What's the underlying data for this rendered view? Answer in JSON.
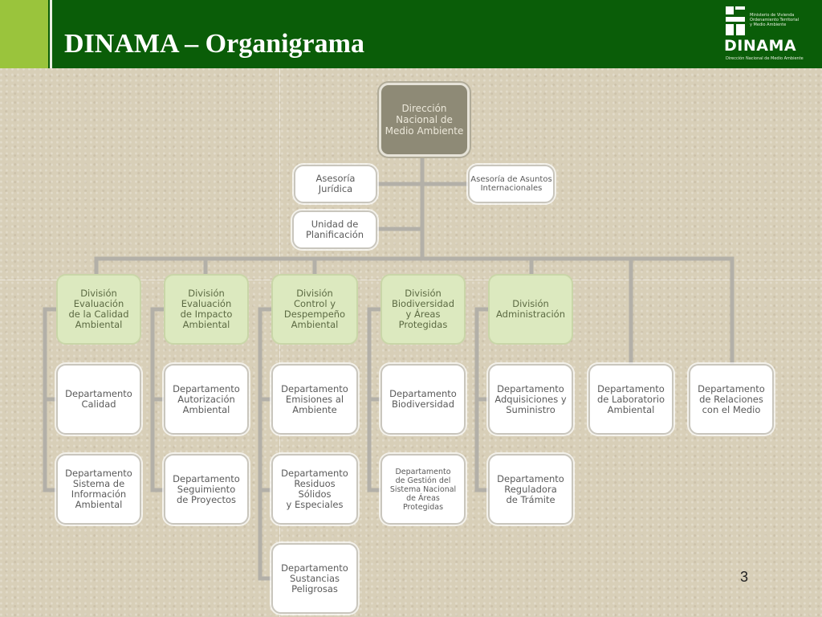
{
  "header": {
    "title": "DINAMA – Organigrama",
    "logo": {
      "word": "DINAMA",
      "ministry_lines": [
        "Ministerio de Vivienda",
        "Ordenamiento Territorial",
        "y Medio Ambiente"
      ],
      "subtitle": "Dirección Nacional de Medio Ambiente"
    }
  },
  "org": {
    "top": "Dirección\nNacional de\nMedio Ambiente",
    "asesoria_juridica": "Asesoría\nJurídica",
    "asesoria_internacional": "Asesoría de Asuntos\nInternacionales",
    "unidad_planificacion": "Unidad de\nPlanificación",
    "divisions": [
      "División\nEvaluación\nde la Calidad\nAmbiental",
      "División\nEvaluación\nde Impacto\nAmbiental",
      "División\nControl y\nDespempeño\nAmbiental",
      "División\nBiodiversidad\ny Áreas\nProtegidas",
      "División\nAdministración"
    ],
    "departments": {
      "calidad": "Departamento\nCalidad",
      "sistema_info": "Departamento\nSistema de\nInformación\nAmbiental",
      "autorizacion": "Departamento\nAutorización\nAmbiental",
      "seguimiento": "Departamento\nSeguimiento\nde Proyectos",
      "emisiones": "Departamento\nEmisiones al\nAmbiente",
      "residuos": "Departamento\nResiduos\nSólidos\ny Especiales",
      "sustancias": "Departamento\nSustancias\nPeligrosas",
      "biodiversidad": "Departamento\nBiodiversidad",
      "gestion_snap": "Departamento\nde Gestión del\nSistema Nacional\nde Áreas\nProtegidas",
      "adquisiciones": "Departamento\nAdquisiciones y\nSuministro",
      "reguladora": "Departamento\nReguladora\nde Trámite",
      "laboratorio": "Departamento\nde Laboratorio\nAmbiental",
      "relaciones": "Departamento\nde Relaciones\ncon el Medio"
    }
  },
  "page_number": "3",
  "colors": {
    "header_green": "#0a5d08",
    "accent_lime": "#9ac43c",
    "division_fill": "#dce9bf",
    "top_fill": "#8e8a76",
    "connector": "#b3b0a8"
  }
}
